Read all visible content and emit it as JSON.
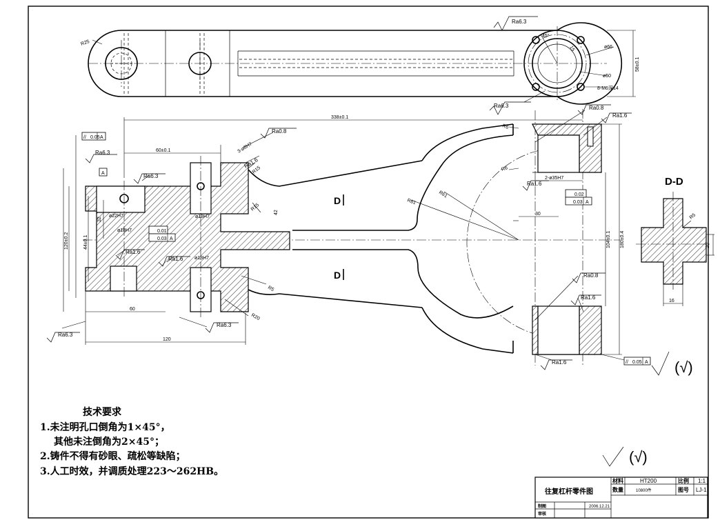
{
  "section_label": "D-D",
  "section_marks": [
    "D",
    "D"
  ],
  "tech_requirements": {
    "title": "技术要求",
    "items": [
      "1.未注明孔口倒角为1×45°，",
      "其他未注倒角为2×45°；",
      "2.铸件不得有砂眼、疏松等缺陷；",
      "3.人工时效，并调质处理223～262HB。"
    ]
  },
  "title_block": {
    "part_name": "往复杠杆零件图",
    "material_label": "材料",
    "material_value": "HT200",
    "scale_label": "比例",
    "scale_value": "1:1",
    "quantity_label": "数量",
    "quantity_value": "10800件",
    "drawing_no_label": "图号",
    "drawing_no_value": "LJ-1",
    "drafter_label": "制图",
    "checker_label": "审核",
    "date": "2006.12.21"
  },
  "roughness": {
    "ra63": "Ra6.3",
    "ra08": "Ra0.8",
    "ra16": "Ra1.6",
    "general_symbol": "(√)"
  },
  "dimensions": {
    "r25": "R25",
    "angle45": "45°",
    "dim15": "15",
    "phi66": "ø66",
    "phi50": "ø50",
    "m6": "8-M6深14",
    "h58": "58±0.1",
    "l338": "338±0.1",
    "l60top": "60±0.1",
    "holes8": "3-ø8H7",
    "r15a": "R15",
    "r15b": "R15",
    "d42": "42",
    "phi22": "ø22H7",
    "phi18a": "ø18H7",
    "phi18b": "ø18H7",
    "phi18c": "ø18H7",
    "d32": "32",
    "d44": "44±0.1",
    "d120v": "120±0.2",
    "d60": "60",
    "d120": "120",
    "r5": "R5",
    "r20": "R20",
    "r81": "R81",
    "r61": "R61",
    "r6a": "R6",
    "r6b": "R6",
    "phi35": "2-ø35H7",
    "d30": "30",
    "d104": "104±0.1",
    "d180": "180±0.4",
    "d20": "20",
    "d16": "16",
    "r5b": "R5"
  },
  "tolerances": {
    "par1_val": "0.05",
    "par1_ref": "A",
    "par2_val": "0.05",
    "par2_ref": "A",
    "circ1": "0.02",
    "perp1_val": "0.03",
    "perp1_ref": "A",
    "circ2": "0.01",
    "perp2_val": "0.03",
    "perp2_ref": "A",
    "datum": "A"
  }
}
